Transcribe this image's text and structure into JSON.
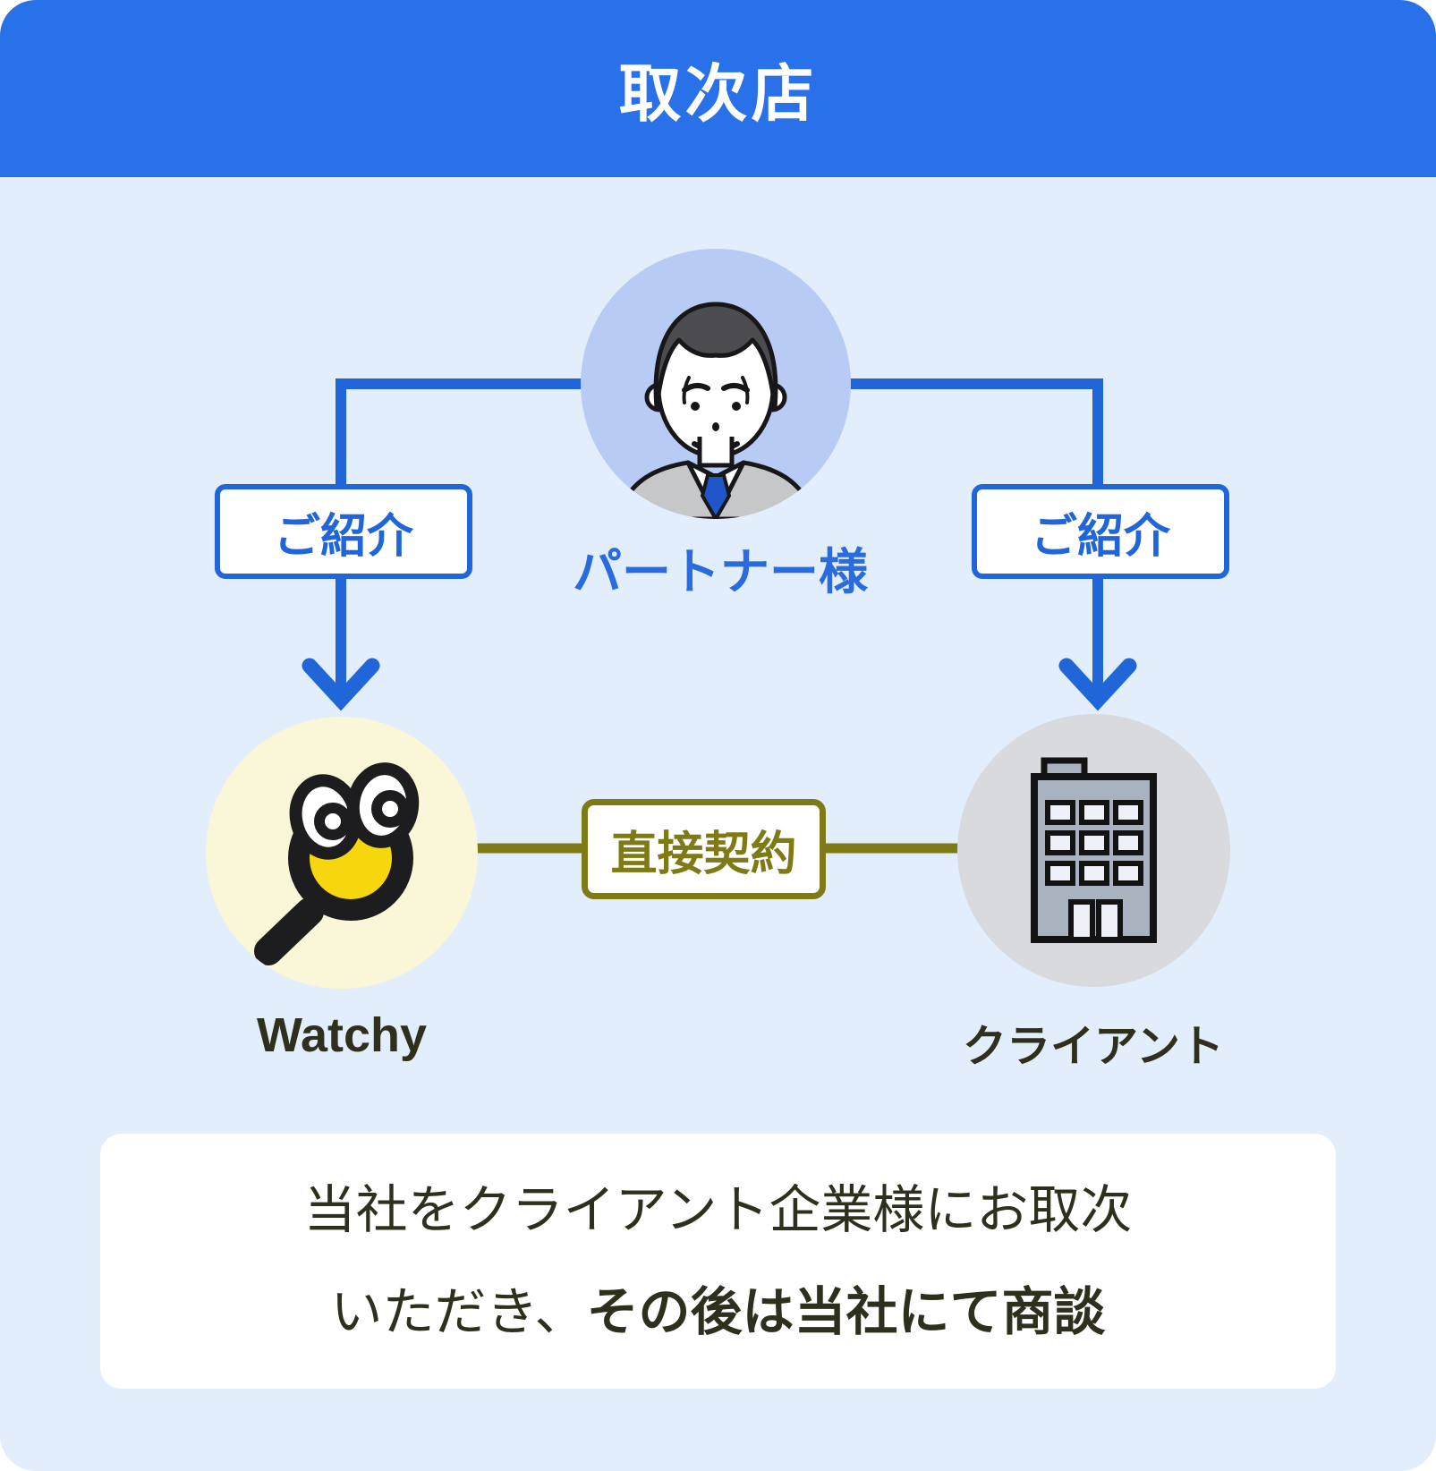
{
  "header": {
    "title": "取次店"
  },
  "partner": {
    "label": "パートナー様",
    "icon": "person-icon"
  },
  "referral": {
    "left_label": "ご紹介",
    "right_label": "ご紹介"
  },
  "contract": {
    "label": "直接契約"
  },
  "watchy": {
    "label": "Watchy",
    "icon": "watchy-mascot-icon"
  },
  "client": {
    "label": "クライアント",
    "icon": "office-building-icon"
  },
  "note": {
    "line1": "当社をクライアント企業様にお取次",
    "line2_regular": "いただき、",
    "line2_bold": "その後は当社にて商談"
  },
  "colors": {
    "header_bg": "#2971e9",
    "canvas_bg": "#e3eefc",
    "diagram_blue": "#2166d8",
    "partner_text_blue": "#2a6bdd",
    "olive": "#7e7a16",
    "dark_text": "#2f2f1e",
    "avatar_circle_bg": "#b7cbf4",
    "watchy_circle_bg": "#faf6d8",
    "client_circle_bg": "#d9dadd"
  }
}
